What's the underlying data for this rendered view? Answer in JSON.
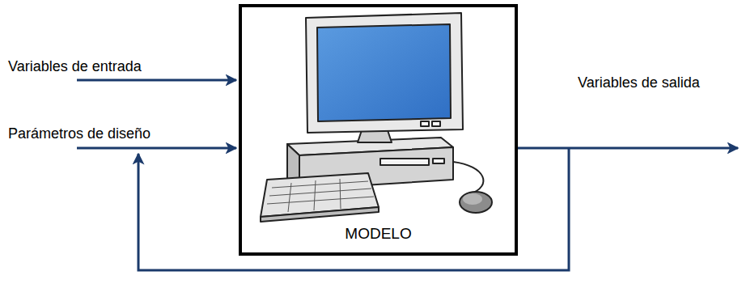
{
  "diagram": {
    "nodes": [
      {
        "text": [
          "MODELO"
        ]
      }
    ],
    "labels": [
      "Variables de entrada",
      "Parámetros de diseño",
      "Variables de salida"
    ]
  }
}
